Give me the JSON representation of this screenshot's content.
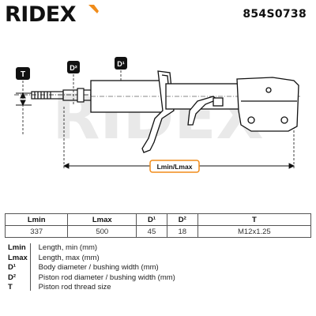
{
  "header": {
    "logo_text": "RIDEX",
    "part_number": "854S0738"
  },
  "diagram": {
    "labels": {
      "T": "T",
      "D2": "D²",
      "D1": "D¹",
      "length": "Lmin/Lmax"
    },
    "watermark_text": "RIDEX"
  },
  "table": {
    "headers": [
      "Lmin",
      "Lmax",
      "D¹",
      "D²",
      "T"
    ],
    "values": [
      "337",
      "500",
      "45",
      "18",
      "M12x1.25"
    ]
  },
  "legend": [
    {
      "key": "Lmin",
      "desc": "Length, min (mm)"
    },
    {
      "key": "Lmax",
      "desc": "Length, max (mm)"
    },
    {
      "key": "D¹",
      "desc": "Body diameter / bushing width (mm)"
    },
    {
      "key": "D²",
      "desc": "Piston rod diameter / bushing width (mm)"
    },
    {
      "key": "T",
      "desc": "Piston rod thread size"
    }
  ],
  "colors": {
    "brand_orange": "#f08c1a",
    "ink": "#111111",
    "watermark": "#e9e9e9"
  }
}
